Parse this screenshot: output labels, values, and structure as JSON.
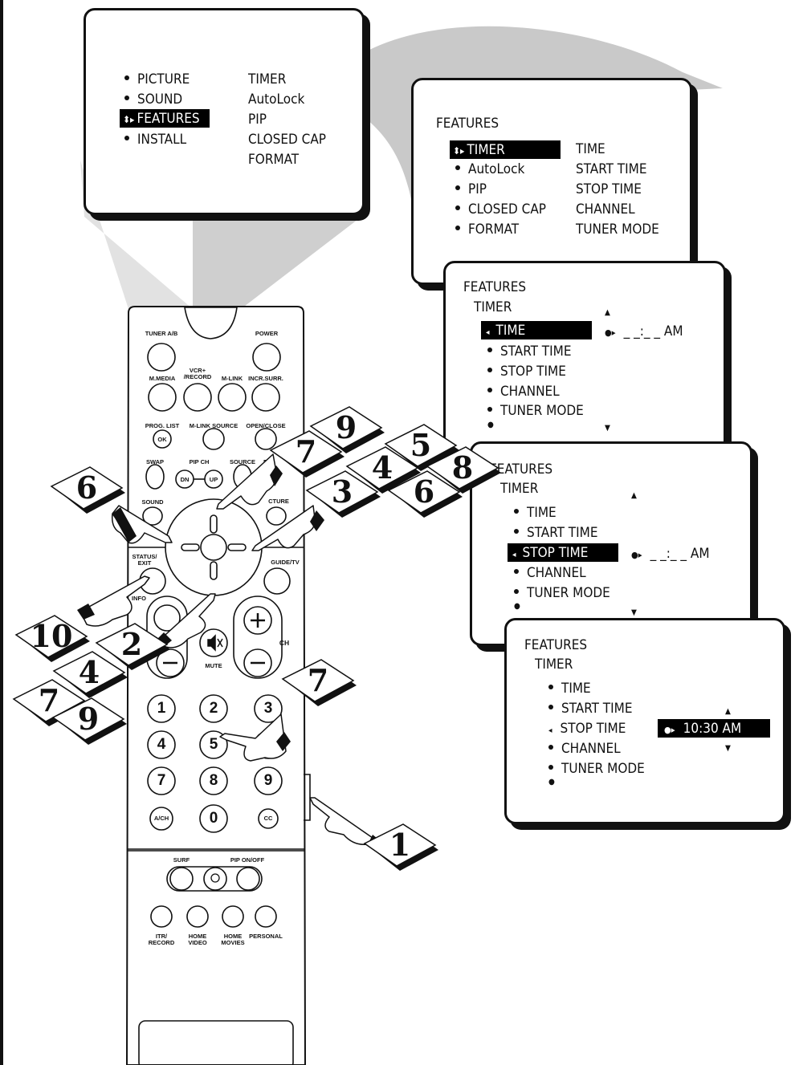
{
  "main_menu": {
    "left_items": [
      "PICTURE",
      "SOUND",
      "FEATURES",
      "INSTALL"
    ],
    "right_items": [
      "TIMER",
      "AutoLock",
      "PIP",
      "CLOSED CAP",
      "FORMAT"
    ]
  },
  "features_menu": {
    "title": "FEATURES",
    "left_items": [
      "TIMER",
      "AutoLock",
      "PIP",
      "CLOSED CAP",
      "FORMAT"
    ],
    "right_items": [
      "TIME",
      "START TIME",
      "STOP TIME",
      "CHANNEL",
      "TUNER MODE"
    ]
  },
  "timer_menu_time": {
    "title": "FEATURES",
    "subtitle": "TIMER",
    "items": [
      "TIME",
      "START TIME",
      "STOP TIME",
      "CHANNEL",
      "TUNER MODE"
    ],
    "value": "_ _:_ _ AM"
  },
  "timer_menu_stop": {
    "title": "FEATURES",
    "subtitle": "TIMER",
    "items": [
      "TIME",
      "START TIME",
      "STOP TIME",
      "CHANNEL",
      "TUNER MODE"
    ],
    "value": "_ _:_ _ AM"
  },
  "timer_menu_set": {
    "title": "FEATURES",
    "subtitle": "TIMER",
    "items": [
      "TIME",
      "START TIME",
      "STOP TIME",
      "CHANNEL",
      "TUNER MODE"
    ],
    "value": "10:30 AM"
  },
  "remote": {
    "tuner_ab": "TUNER A/B",
    "power": "POWER",
    "m_media": "M.MEDIA",
    "vcr_record": "VCR+\n/RECORD",
    "m_link": "M-LINK",
    "incr_surr": "INCR.SURR.",
    "prog_list": "PROG. LIST",
    "ok": "OK",
    "m_link_source": "M-LINK SOURCE",
    "open_close": "OPEN/CLOSE",
    "swap": "SWAP",
    "pip_ch": "PIP CH",
    "dn": "DN",
    "up": "UP",
    "source": "SOURCE",
    "fr": "FR",
    "sound": "SOUND",
    "picture": "CTURE",
    "status_exit": "STATUS/\nEXIT",
    "guide_tv": "GUIDE/TV",
    "info": "INFO",
    "ch": "CH",
    "mute": "MUTE",
    "digits": [
      "1",
      "2",
      "3",
      "4",
      "5",
      "6",
      "7",
      "8",
      "9"
    ],
    "a_ch": "A/CH",
    "zero": "0",
    "cc": "CC",
    "surf": "SURF",
    "pip_onoff": "PIP ON/OFF",
    "itr_record": "ITR/\nRECORD",
    "home_video": "HOME\nVIDEO",
    "home_movies": "HOME\nMOVIES",
    "personal": "PERSONAL"
  },
  "step_labels": [
    "6",
    "7",
    "9",
    "5",
    "4",
    "8",
    "3",
    "6",
    "10",
    "2",
    "4",
    "7",
    "9",
    "7",
    "1"
  ]
}
